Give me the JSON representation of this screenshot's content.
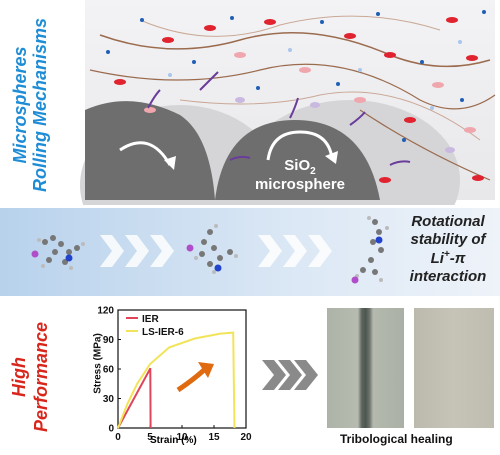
{
  "top_section": {
    "side_label_line1": "Microspheres",
    "side_label_line2": "Rolling Mechanisms",
    "sphere_label_chem": "SiO",
    "sphere_label_sub": "2",
    "sphere_label_word": "microsphere"
  },
  "middle_section": {
    "caption_line1": "Rotational",
    "caption_line2": "stability of",
    "caption_line3_pre": "Li",
    "caption_line3_sup": "+",
    "caption_line3_post": "-π",
    "caption_line4": "interaction"
  },
  "bottom_section": {
    "side_label_line1": "High",
    "side_label_line2": "Performance",
    "healing_label": "Tribological healing"
  },
  "colors": {
    "blue_title": "#1f8dd6",
    "red_title": "#d9261c",
    "sphere_gray": "#6e6e6e",
    "band_blue": "#c9dcf0",
    "ier_color": "#e0455a",
    "lsier_color": "#f2e45a",
    "arrow_orange": "#e06a10"
  },
  "chart_data": {
    "type": "line",
    "xlabel": "Strain (%)",
    "ylabel": "Stress (MPa)",
    "xlim": [
      0,
      20
    ],
    "ylim": [
      0,
      120
    ],
    "xticks": [
      0,
      5,
      10,
      15,
      20
    ],
    "yticks": [
      0,
      30,
      60,
      90,
      120
    ],
    "series": [
      {
        "name": "IER",
        "color": "#e0455a",
        "x": [
          0,
          5.0,
          5.05,
          5.1
        ],
        "y": [
          0,
          60,
          60,
          0
        ]
      },
      {
        "name": "LS-IER-6",
        "color": "#f2e45a",
        "x": [
          0,
          1.5,
          3,
          5,
          8,
          12,
          16,
          18.0,
          18.1,
          18.2
        ],
        "y": [
          0,
          25,
          45,
          65,
          82,
          91,
          96,
          97,
          50,
          0
        ]
      }
    ]
  }
}
